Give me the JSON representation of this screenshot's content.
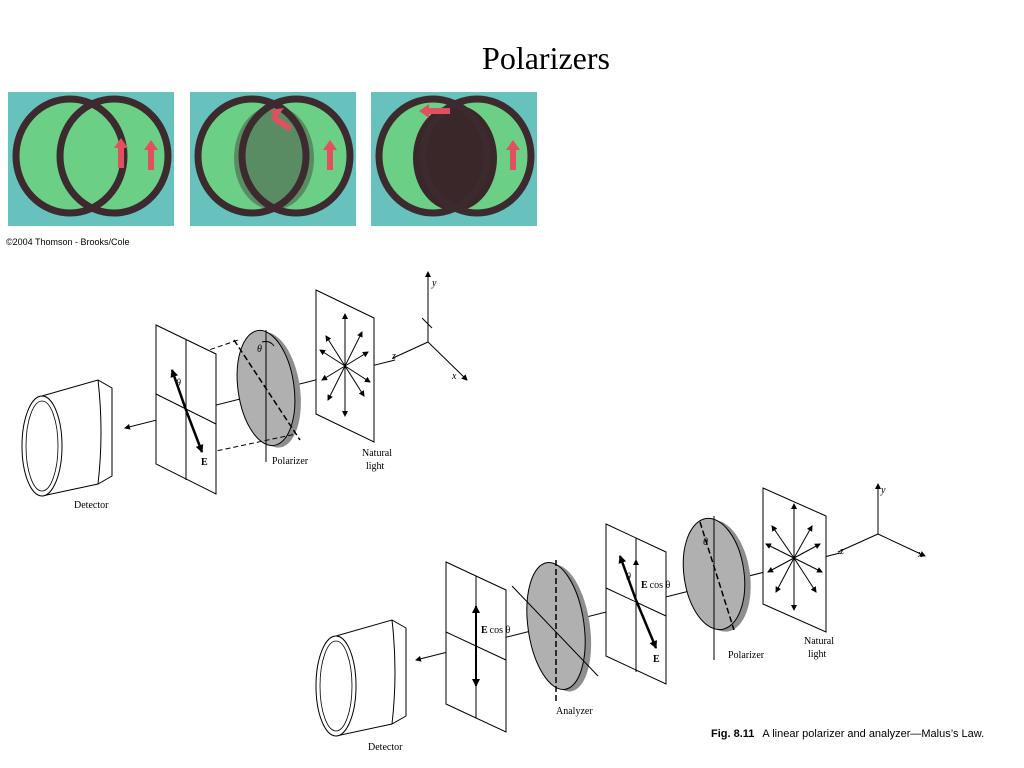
{
  "title": "Polarizers",
  "copyright": "©2004 Thomson - Brooks/Cole",
  "colors": {
    "background_cyan": "#67c2bd",
    "filter_green": "#6ccf86",
    "ring_dark": "#3c2a2e",
    "overlap_dark": "#3a272a",
    "arrow_red": "#e0505f",
    "disk_gray": "#b0b0b0"
  },
  "diagram1": {
    "labels": {
      "detector": "Detector",
      "polarizer": "Polarizer",
      "natural": "Natural",
      "light": "light",
      "e_vec": "E",
      "theta": "θ",
      "y_axis": "y",
      "x_axis": "x",
      "z_axis": "z"
    }
  },
  "diagram2": {
    "labels": {
      "detector": "Detector",
      "analyzer": "Analyzer",
      "polarizer": "Polarizer",
      "natural": "Natural",
      "light": "light",
      "e_vec": "E",
      "e_cos_bold": "E",
      "e_cos_rest": "cos θ",
      "theta": "θ",
      "y_axis": "y",
      "x_axis": "x",
      "z_axis": "z"
    }
  },
  "caption": {
    "fig": "Fig. 8.11",
    "text": "A linear polarizer and analyzer—Malus’s Law."
  }
}
